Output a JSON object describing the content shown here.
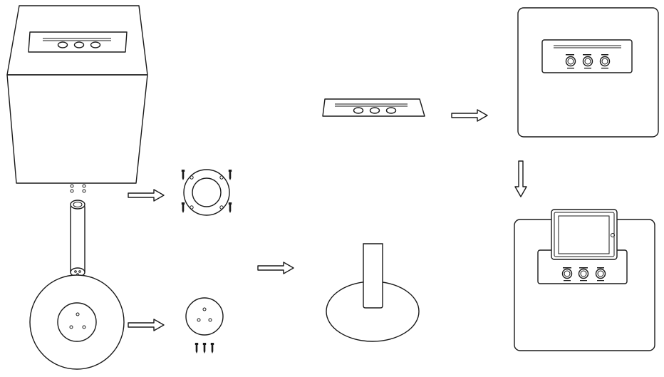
{
  "diagram": {
    "steps": [
      {
        "id": "remove-panel",
        "from": "cube-speaker",
        "to": "control-panel"
      },
      {
        "id": "attach-panel",
        "from": "control-panel",
        "to": "front-view"
      },
      {
        "id": "dock-device",
        "from": "front-view",
        "to": "docked-view"
      },
      {
        "id": "mount-flange",
        "from": "speaker-bottom",
        "to": "mounting-flange"
      },
      {
        "id": "mount-base",
        "from": "round-base",
        "to": "base-plate"
      },
      {
        "id": "assemble-stand",
        "from": "pole-and-base",
        "to": "assembled-stand"
      }
    ],
    "parts": {
      "flange_screws": 4,
      "base_screws": 3,
      "panel_buttons": 3
    },
    "panel_labels": {
      "top": [
        "",
        "",
        ""
      ],
      "bottom": [
        "",
        "",
        ""
      ]
    },
    "colors": {
      "line": "#1a1a1a",
      "background": "#ffffff"
    }
  }
}
